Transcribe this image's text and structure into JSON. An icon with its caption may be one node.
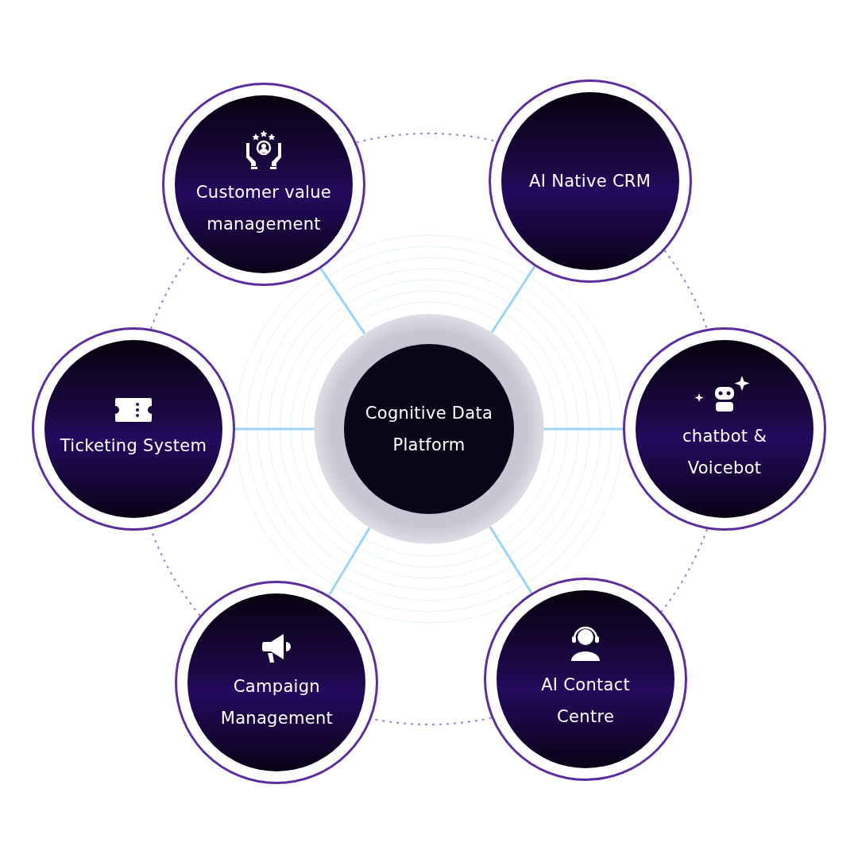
{
  "diagram": {
    "nodes": [
      {
        "text": [
          "Customer value management"
        ]
      },
      {
        "text": [
          "AI Native CRM"
        ]
      },
      {
        "text": [
          "Ticketing System"
        ]
      },
      {
        "text": [
          "Cognitive Data Platform"
        ]
      },
      {
        "text": [
          "chatbot & Voicebot"
        ]
      },
      {
        "text": [
          "Campaign Management"
        ]
      },
      {
        "text": [
          "AI Contact Centre"
        ]
      }
    ],
    "edges": [
      {
        "from": 3,
        "to": 0,
        "arrow": "none",
        "color": "#9fd3f5"
      },
      {
        "from": 3,
        "to": 1,
        "arrow": "none",
        "color": "#9fd3f5"
      },
      {
        "from": 3,
        "to": 2,
        "arrow": "none",
        "color": "#9fd3f5"
      },
      {
        "from": 3,
        "to": 4,
        "arrow": "none",
        "color": "#9fd3f5"
      },
      {
        "from": 3,
        "to": 5,
        "arrow": "none",
        "color": "#9fd3f5"
      },
      {
        "from": 3,
        "to": 6,
        "arrow": "none",
        "color": "#9fd3f5"
      },
      {
        "from": 0,
        "to": 1,
        "arrow": "none",
        "style": "dashed",
        "color": "#9b7fd4"
      },
      {
        "from": 1,
        "to": 4,
        "arrow": "none",
        "style": "dashed",
        "color": "#9b7fd4"
      },
      {
        "from": 4,
        "to": 6,
        "arrow": "none",
        "style": "dashed",
        "color": "#9b7fd4"
      },
      {
        "from": 6,
        "to": 5,
        "arrow": "none",
        "style": "dashed",
        "color": "#9b7fd4"
      },
      {
        "from": 5,
        "to": 2,
        "arrow": "none",
        "style": "dashed",
        "color": "#9b7fd4"
      },
      {
        "from": 2,
        "to": 0,
        "arrow": "none",
        "style": "dashed",
        "color": "#9b7fd4"
      }
    ]
  }
}
